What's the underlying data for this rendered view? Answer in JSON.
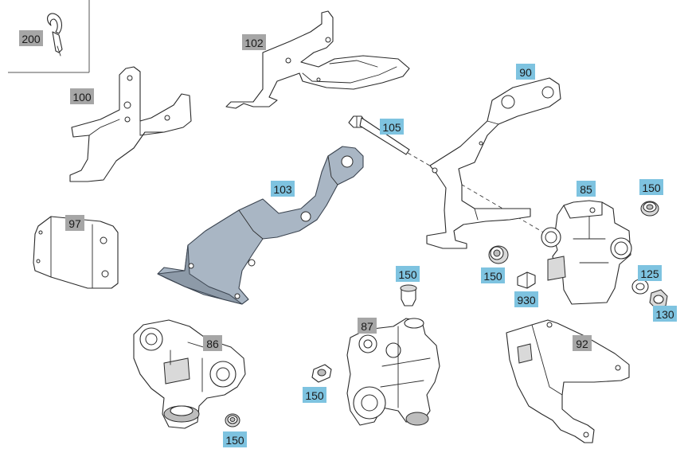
{
  "colors": {
    "callout_blue": "#7ec3e0",
    "callout_gray": "#a6a6a6",
    "highlight_part": "#a9b6c4"
  },
  "callouts": [
    {
      "id": "c200",
      "label": "200",
      "style": "gray"
    },
    {
      "id": "c102",
      "label": "102",
      "style": "gray"
    },
    {
      "id": "c100",
      "label": "100",
      "style": "gray"
    },
    {
      "id": "c90",
      "label": "90",
      "style": "blue"
    },
    {
      "id": "c105",
      "label": "105",
      "style": "blue"
    },
    {
      "id": "c103",
      "label": "103",
      "style": "blue"
    },
    {
      "id": "c85",
      "label": "85",
      "style": "blue"
    },
    {
      "id": "c150a",
      "label": "150",
      "style": "blue"
    },
    {
      "id": "c97",
      "label": "97",
      "style": "gray"
    },
    {
      "id": "c150b",
      "label": "150",
      "style": "blue"
    },
    {
      "id": "c125",
      "label": "125",
      "style": "blue"
    },
    {
      "id": "c150c",
      "label": "150",
      "style": "blue"
    },
    {
      "id": "c930",
      "label": "930",
      "style": "blue"
    },
    {
      "id": "c130",
      "label": "130",
      "style": "blue"
    },
    {
      "id": "c87",
      "label": "87",
      "style": "gray"
    },
    {
      "id": "c86",
      "label": "86",
      "style": "gray"
    },
    {
      "id": "c92",
      "label": "92",
      "style": "gray"
    },
    {
      "id": "c150d",
      "label": "150",
      "style": "blue"
    },
    {
      "id": "c150e",
      "label": "150",
      "style": "blue"
    }
  ]
}
